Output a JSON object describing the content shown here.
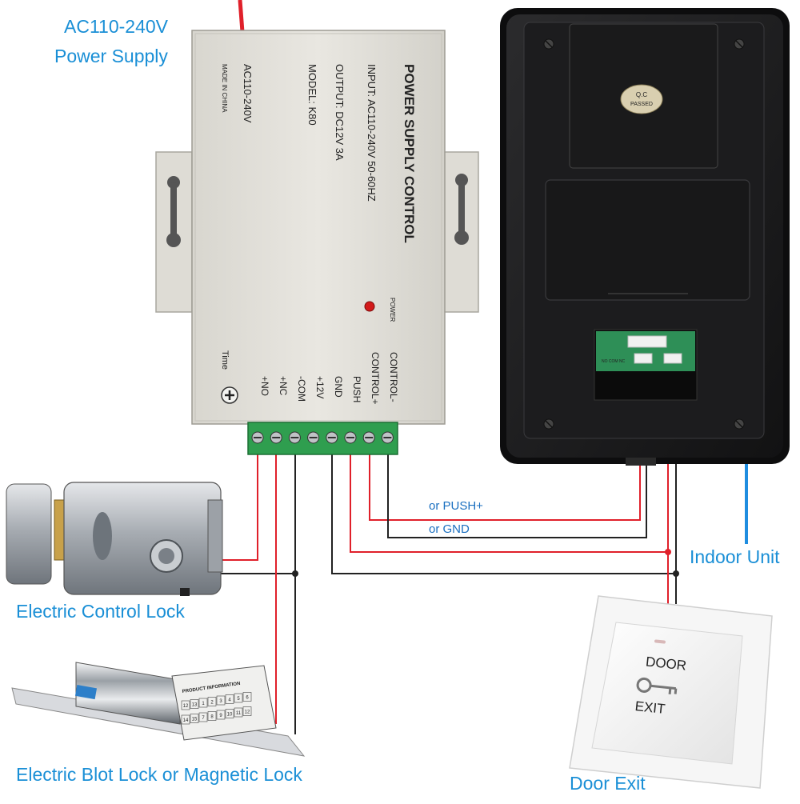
{
  "labels": {
    "power_supply_line1": "AC110-240V",
    "power_supply_line2": "Power Supply",
    "indoor_unit": "Indoor Unit",
    "electric_control_lock": "Electric Control Lock",
    "bolt_lock": "Electric Blot Lock or Magnetic Lock",
    "door_exit": "Door Exit"
  },
  "wire_labels": {
    "or_push": "or PUSH+",
    "or_gnd": "or GND"
  },
  "psu": {
    "title": "POWER SUPPLY CONTROL",
    "input": "INPUT: AC110-240V  50-60HZ",
    "output": "OUTPUT: DC12V  3A",
    "model": "MODEL: K80",
    "ac": "AC110-240V",
    "made_in": "MADE IN CHINA",
    "power": "POWER",
    "time": "Time",
    "terminals": [
      "+NO",
      "+NC",
      "-COM",
      "+12V",
      "GND",
      "PUSH",
      "CONTROL+",
      "CONTROL-"
    ]
  },
  "indoor": {
    "qc_line1": "Q.C",
    "qc_line2": "PASSED",
    "pcb_text": "NO COM NC"
  },
  "exit_button": {
    "line1": "DOOR",
    "line2": "EXIT"
  },
  "bolt_lock_label": {
    "title": "PRODUCT INFORMATION",
    "row1": [
      "12",
      "13",
      "1",
      "2",
      "3",
      "4",
      "5",
      "6"
    ],
    "row2": [
      "14",
      "15",
      "7",
      "8",
      "9",
      "10",
      "11",
      "12"
    ]
  },
  "colors": {
    "label_blue": "#1a8fd6",
    "wire_red": "#e0202a",
    "wire_black": "#222222",
    "wire_blue": "#1f8de0"
  }
}
